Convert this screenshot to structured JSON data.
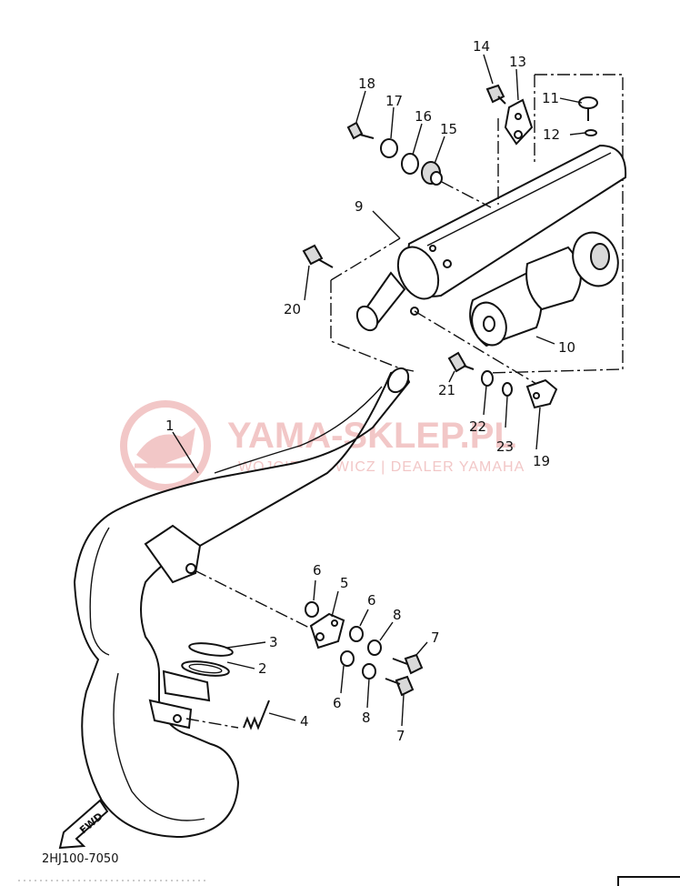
{
  "watermark": {
    "brand": "YAMA-SKLEP.PL",
    "subtitle": "WOJCIECHOWICZ | DEALER YAMAHA",
    "color": "#f2c7c7"
  },
  "diagram_code": "2HJ100-7050",
  "fwd_label": "FWD",
  "parts": [
    {
      "id": "1",
      "label": "1"
    },
    {
      "id": "2",
      "label": "2"
    },
    {
      "id": "3",
      "label": "3"
    },
    {
      "id": "4",
      "label": "4"
    },
    {
      "id": "5",
      "label": "5"
    },
    {
      "id": "6a",
      "label": "6"
    },
    {
      "id": "6b",
      "label": "6"
    },
    {
      "id": "6c",
      "label": "6"
    },
    {
      "id": "7a",
      "label": "7"
    },
    {
      "id": "7b",
      "label": "7"
    },
    {
      "id": "8a",
      "label": "8"
    },
    {
      "id": "8b",
      "label": "8"
    },
    {
      "id": "9",
      "label": "9"
    },
    {
      "id": "10",
      "label": "10"
    },
    {
      "id": "11",
      "label": "11"
    },
    {
      "id": "12",
      "label": "12"
    },
    {
      "id": "13",
      "label": "13"
    },
    {
      "id": "14",
      "label": "14"
    },
    {
      "id": "15",
      "label": "15"
    },
    {
      "id": "16",
      "label": "16"
    },
    {
      "id": "17",
      "label": "17"
    },
    {
      "id": "18",
      "label": "18"
    },
    {
      "id": "19",
      "label": "19"
    },
    {
      "id": "20",
      "label": "20"
    },
    {
      "id": "21",
      "label": "21"
    },
    {
      "id": "22",
      "label": "22"
    },
    {
      "id": "23",
      "label": "23"
    }
  ]
}
